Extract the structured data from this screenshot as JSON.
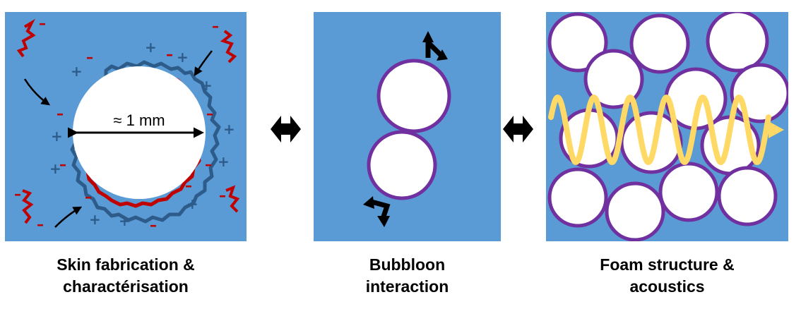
{
  "panels": {
    "skin": {
      "measure_label": "≈ 1 mm",
      "caption_line1": "Skin fabrication &",
      "caption_line2": "charactérisation"
    },
    "interaction": {
      "caption_line1": "Bubbloon",
      "caption_line2": "interaction"
    },
    "foam": {
      "caption_line1": "Foam structure &",
      "caption_line2": "acoustics"
    }
  },
  "colors": {
    "panel_background": "#5B9BD5",
    "bubble_fill": "#FFFFFF",
    "bubble_outline": "#7030A0",
    "negative_polymer": "#C00000",
    "positive_polymer": "#2E5C8A",
    "acoustic_wave": "#FFD966",
    "arrows": "#000000"
  },
  "icons": {
    "double_arrow": "double-headed-arrow-icon",
    "rotation": "rotation-arrow-icon",
    "attachment": "curved-arrow-icon"
  }
}
